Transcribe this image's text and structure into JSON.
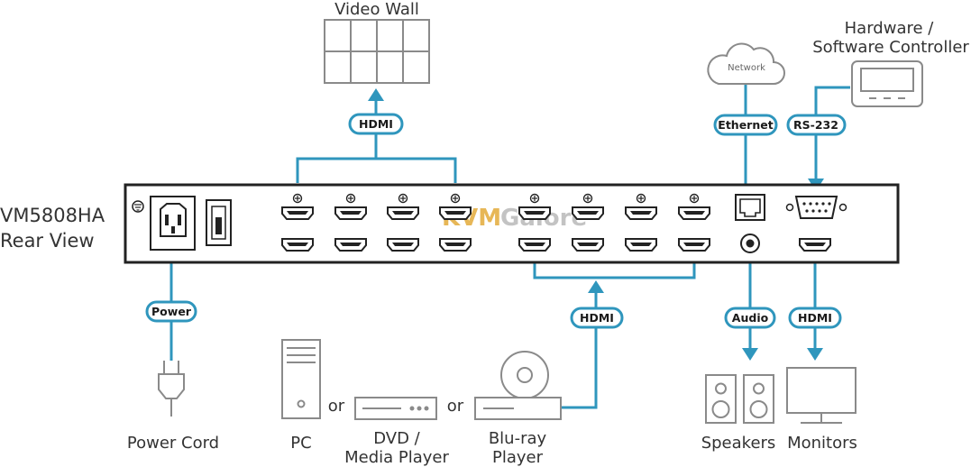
{
  "device": {
    "model": "VM5808HA",
    "view": "Rear View"
  },
  "watermark": {
    "part1": "KVM",
    "part2": "Galore"
  },
  "connections": {
    "video_wall": "HDMI",
    "ethernet": "Ethernet",
    "rs232": "RS-232",
    "power": "Power",
    "sources": "HDMI",
    "audio": "Audio",
    "monitors": "HDMI"
  },
  "devices": {
    "video_wall": "Video Wall",
    "controller_line1": "Hardware /",
    "controller_line2": "Software Controller",
    "network": "Network",
    "power_cord": "Power Cord",
    "pc": "PC",
    "or1": "or",
    "dvd_line1": "DVD /",
    "dvd_line2": "Media Player",
    "or2": "or",
    "bluray_line1": "Blu-ray",
    "bluray_line2": "Player",
    "speakers": "Speakers",
    "monitors": "Monitors"
  },
  "colors": {
    "accent": "#2f96bd",
    "outline": "#222222",
    "device_gray": "#8a8a8a",
    "watermark_gold": "#e0a020",
    "watermark_gray": "#b9b9b9"
  }
}
